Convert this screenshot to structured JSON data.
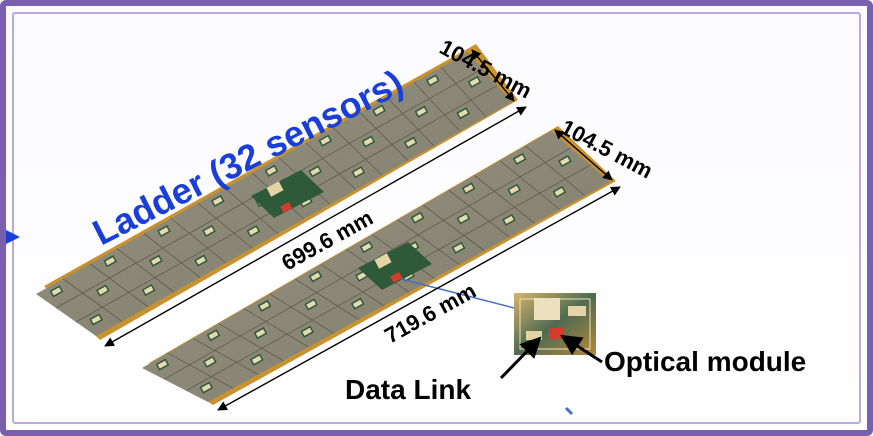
{
  "title": "Ladder (32 sensors)",
  "dimensions": {
    "width_top": "104.5 mm",
    "width_bottom": "104.5 mm",
    "length_top": "699.6 mm",
    "length_bottom": "719.6 mm"
  },
  "callouts": {
    "data_link": "Data Link",
    "optical_module": "Optical module"
  },
  "colors": {
    "frame": "#7a5fb0",
    "title": "#1a3fd8",
    "ladder_edge": "#c8922e",
    "ladder_surface": "#8a8675",
    "tile_line": "#5f5b4e",
    "connector_link": "#4a6fc7",
    "optical_module": "#d43b2a"
  }
}
